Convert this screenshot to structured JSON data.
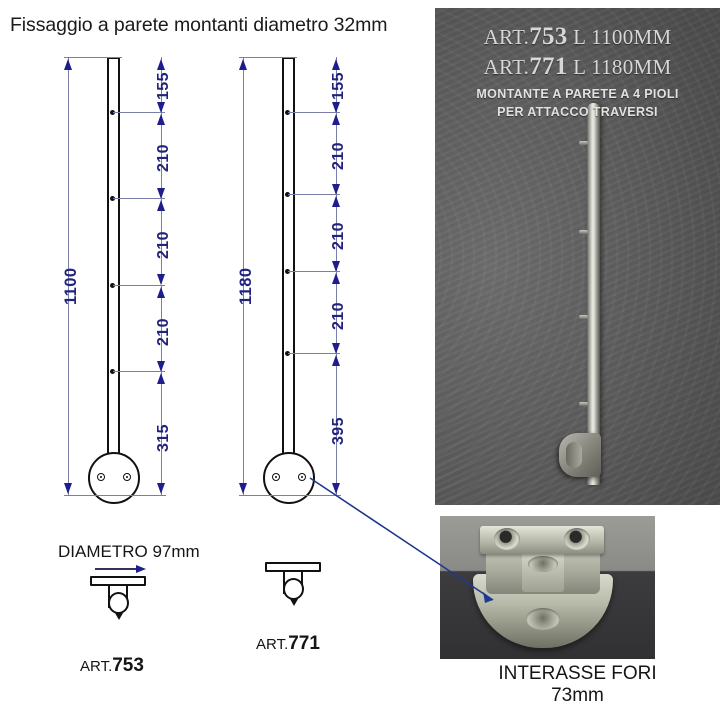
{
  "title": "Fissaggio a parete montanti diametro 32mm",
  "drawings": [
    {
      "id": "art-753",
      "article_label_prefix": "ART.",
      "article_number": "753",
      "total_length": "1100",
      "segments": [
        "155",
        "210",
        "210",
        "210",
        "315"
      ],
      "hole_count": 4
    },
    {
      "id": "art-771",
      "article_label_prefix": "ART.",
      "article_number": "771",
      "total_length": "1180",
      "segments": [
        "155",
        "210",
        "210",
        "210",
        "395"
      ],
      "hole_count": 4
    }
  ],
  "diameter_note": "DIAMETRO 97mm",
  "photo_top": {
    "line1_prefix": "ART.",
    "line1_number": "753",
    "line1_suffix": "L 1100MM",
    "line2_prefix": "ART.",
    "line2_number": "771",
    "line2_suffix": "L 1180MM",
    "line3": "MONTANTE A  PARETE A 4 PIOLI",
    "line4": "PER ATTACCO TRAVERSI"
  },
  "photo_bottom": {
    "caption_line1": "INTERASSE FORI",
    "caption_line2": "73mm"
  },
  "colors": {
    "dimension_text": "#23237d",
    "dimension_line": "#7b7fa8",
    "arrow": "#1d1d8c",
    "outline": "#111111",
    "photo_background": "#4d4d4d"
  }
}
